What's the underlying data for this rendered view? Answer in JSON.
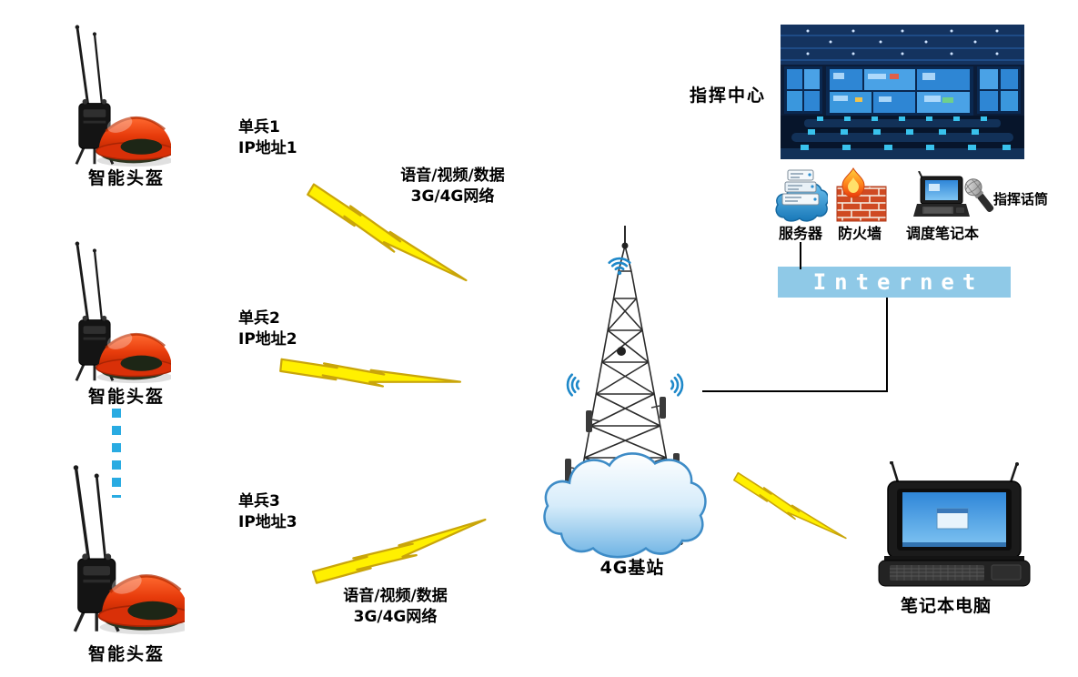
{
  "colors": {
    "background": "#ffffff",
    "lightning_fill": "#fff000",
    "lightning_outline": "#c9a50a",
    "internet_banner_bg": "#8fc9e7",
    "internet_text": "#ffffff",
    "dotted_link_blue": "#29abe2",
    "cloud_stroke_blue": "#3e8cc7",
    "helmet_red": "#e03a10",
    "signal_wave_blue": "#1e88c9"
  },
  "soldier_units": [
    {
      "name_label": "单兵1",
      "ip_label": "IP地址1",
      "device_label": "智能头盔"
    },
    {
      "name_label": "单兵2",
      "ip_label": "IP地址2",
      "device_label": "智能头盔"
    },
    {
      "name_label": "单兵3",
      "ip_label": "IP地址3",
      "device_label": "智能头盔"
    }
  ],
  "wireless_links": {
    "top": {
      "line1": "语音/视频/数据",
      "line2": "3G/4G网络"
    },
    "bottom": {
      "line1": "语音/视频/数据",
      "line2": "3G/4G网络"
    }
  },
  "base_station": {
    "label": "4G基站"
  },
  "command_center": {
    "label": "指挥中心",
    "server_label": "服务器",
    "firewall_label": "防火墙",
    "dispatch_laptop_label": "调度笔记本",
    "microphone_label": "指挥话筒",
    "internet_label": "Internet"
  },
  "field_laptop": {
    "label": "笔记本电脑"
  },
  "icons": {
    "smart-helmet-icon": "red helmet + radio with two antennas (svg shapes)",
    "lightning-bolt-icon": "yellow zigzag polygon",
    "ellipsis-dotted-line": "vertical cyan square-dash line",
    "base-station-tower-icon": "lattice mast with antennas (svg lines)",
    "cloud-icon": "blue outlined cloud",
    "wifi-icon": "blue radiating arcs",
    "server-icon": "cloud with stacked server racks",
    "firewall-icon": "brick wall with flame",
    "dispatch-laptop-icon": "small rugged laptop",
    "microphone-icon": "tilted handheld microphone",
    "field-laptop-icon": "rugged case laptop with antennas",
    "command-center-photo": "control room with blue video wall and consoles"
  }
}
